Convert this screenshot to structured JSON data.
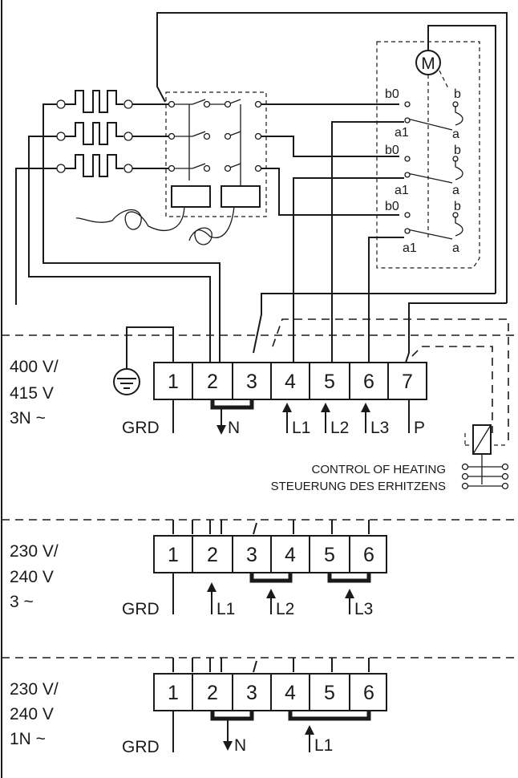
{
  "sections": [
    {
      "voltage_line1": "400 V/",
      "voltage_line2": "415 V",
      "phase": "3N ~",
      "terminals": [
        "1",
        "2",
        "3",
        "4",
        "5",
        "6",
        "7"
      ],
      "grd": "GRD",
      "labels": [
        "N",
        "L1",
        "L2",
        "L3",
        "P"
      ]
    },
    {
      "voltage_line1": "230 V/",
      "voltage_line2": "240 V",
      "phase": "3 ~",
      "terminals": [
        "1",
        "2",
        "3",
        "4",
        "5",
        "6"
      ],
      "grd": "GRD",
      "labels": [
        "L1",
        "L2",
        "L3"
      ]
    },
    {
      "voltage_line1": "230 V/",
      "voltage_line2": "240 V",
      "phase": "1N ~",
      "terminals": [
        "1",
        "2",
        "3",
        "4",
        "5",
        "6"
      ],
      "grd": "GRD",
      "labels": [
        "N",
        "L1"
      ]
    }
  ],
  "control": {
    "line1": "CONTROL OF HEATING",
    "line2": "STEUERUNG DES ERHITZENS"
  },
  "motor": {
    "symbol": "M"
  },
  "switch_labels": {
    "b0": "b0",
    "b": "b",
    "a1": "a1",
    "a": "a"
  }
}
